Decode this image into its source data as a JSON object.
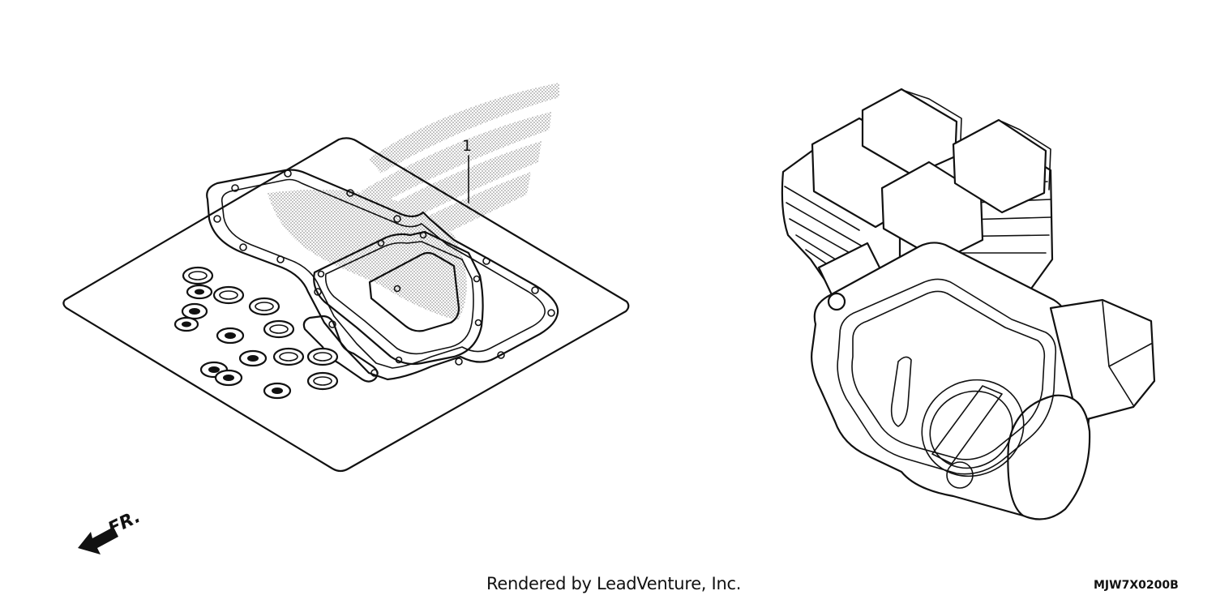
{
  "diagram": {
    "callout_number": "1",
    "front_marker": "FR.",
    "credit": "Rendered by LeadVenture, Inc.",
    "diagram_code": "MJW7X0200B",
    "watermark_color": "#bdbdbd"
  }
}
